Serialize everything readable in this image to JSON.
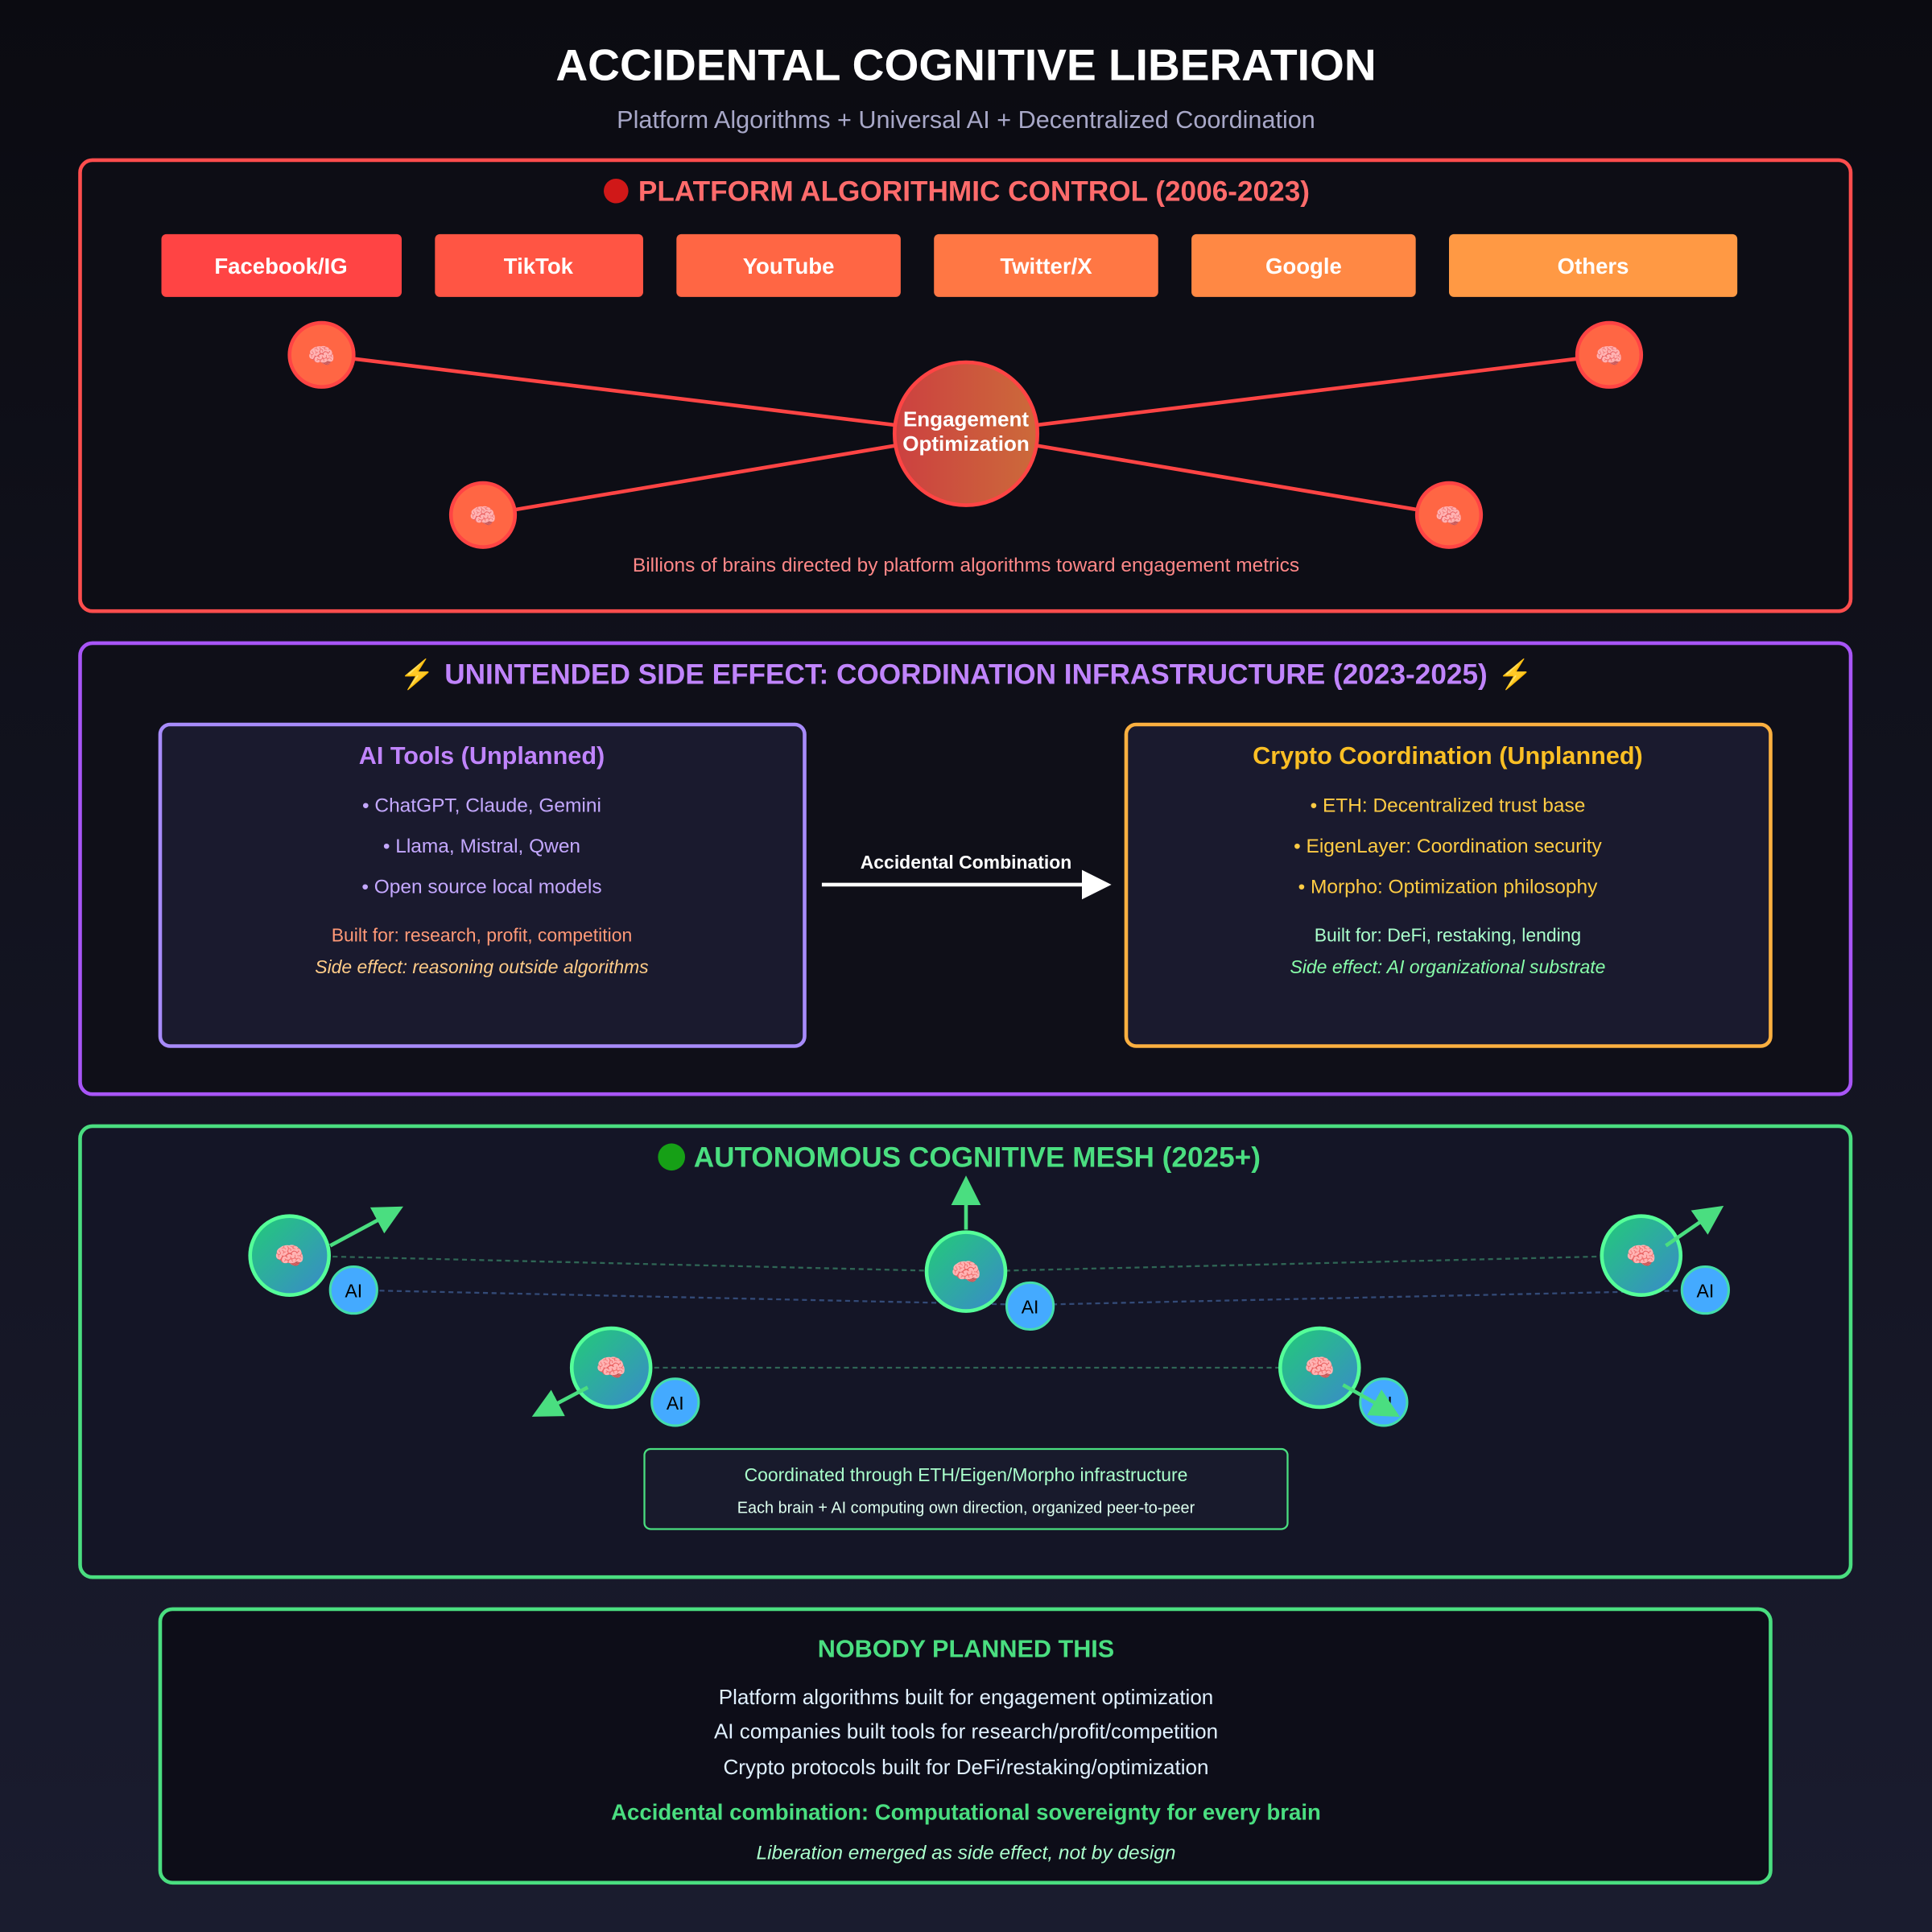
{
  "title": "ACCIDENTAL COGNITIVE LIBERATION",
  "subtitle": "Platform Algorithms + Universal AI + Decentralized Coordination",
  "colors": {
    "control": "#ff4d4d",
    "side_effect": "#a855f7",
    "mesh": "#4ade80",
    "ai": "#44aaff"
  },
  "control": {
    "header_icon": "red-circle-icon",
    "header": "PLATFORM ALGORITHMIC CONTROL (2006-2023)",
    "platforms": [
      "Facebook/IG",
      "TikTok",
      "YouTube",
      "Twitter/X",
      "Google",
      "Others"
    ],
    "brain_icon": "🧠",
    "hub_line1": "Engagement",
    "hub_line2": "Optimization",
    "caption": "Billions of brains directed by platform algorithms toward engagement metrics"
  },
  "side_effect": {
    "header_icon": "lightning-icon",
    "header_prefix": "⚡",
    "header": "UNINTENDED SIDE EFFECT: COORDINATION INFRASTRUCTURE (2023-2025)",
    "ai_tools": {
      "title": "AI Tools (Unplanned)",
      "items": [
        "• ChatGPT, Claude, Gemini",
        "• Llama, Mistral, Qwen",
        "• Open source local models"
      ],
      "built_for": "Built for: research, profit, competition",
      "side_effect": "Side effect: reasoning outside algorithms"
    },
    "arrow_label": "Accidental Combination",
    "crypto": {
      "title": "Crypto Coordination (Unplanned)",
      "items": [
        "• ETH: Decentralized trust base",
        "• EigenLayer: Coordination security",
        "• Morpho: Optimization philosophy"
      ],
      "built_for": "Built for: DeFi, restaking, lending",
      "side_effect": "Side effect: AI organizational substrate"
    }
  },
  "mesh": {
    "header_icon": "green-circle-icon",
    "header": "AUTONOMOUS COGNITIVE MESH (2025+)",
    "ai_label": "AI",
    "info_line1": "Coordinated through ETH/Eigen/Morpho infrastructure",
    "info_line2": "Each brain + AI computing own direction, organized peer-to-peer"
  },
  "summary": {
    "title": "NOBODY PLANNED THIS",
    "lines": [
      "Platform algorithms built for engagement optimization",
      "AI companies built tools for research/profit/competition",
      "Crypto protocols built for DeFi/restaking/optimization"
    ],
    "conclusion": "Accidental combination: Computational sovereignty for every brain",
    "footer": "Liberation emerged as side effect, not by design"
  }
}
